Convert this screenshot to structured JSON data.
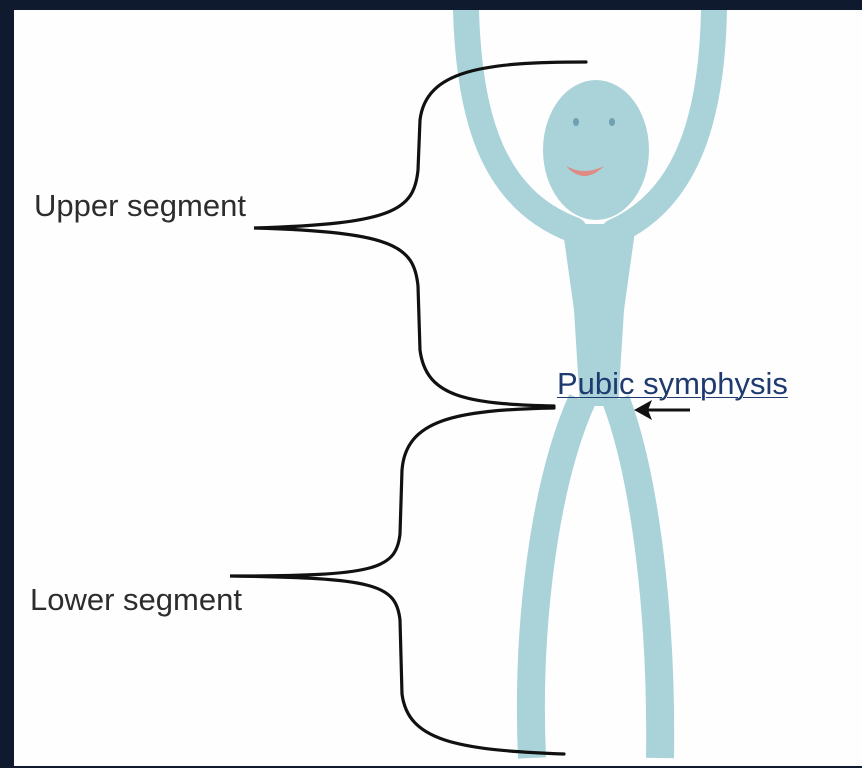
{
  "labels": {
    "upper_segment": "Upper segment",
    "lower_segment": "Lower segment",
    "pubic_symphysis": "Pubic symphysis"
  },
  "colors": {
    "figure": "#a9d3d9",
    "bracket": "#111111",
    "mouth": "#e08a86",
    "eyes": "#6f9fb0",
    "frame": "#0f1a2e",
    "background": "#fefefe"
  }
}
